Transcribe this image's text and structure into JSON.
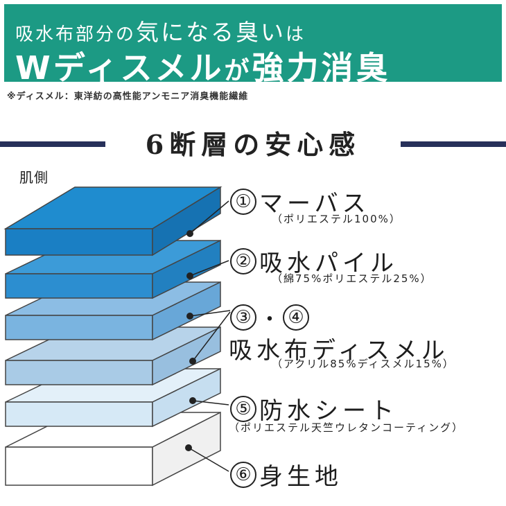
{
  "banner": {
    "line1_a": "吸水布部分の",
    "line1_b": "気になる臭い",
    "line1_c": "は",
    "line2_a": "Wディスメル",
    "line2_b": "が",
    "line2_c": "強力消臭"
  },
  "note": "※ディスメル：東洋紡の高性能アンモニア消臭機能繊維",
  "heading": "6断層の安心感",
  "skin_side": "肌側",
  "layers": [
    {
      "num": "①",
      "name": "マーバス",
      "material": "（ポリエステル100%）",
      "color": "#1a7fc4"
    },
    {
      "num": "②",
      "name": "吸水パイル",
      "material": "（綿75%ポリエステル25%）",
      "color": "#2c8ed0"
    },
    {
      "num": "③",
      "num2": "④",
      "separator": "・",
      "name": "吸水布ディスメル",
      "material": "（アクリル85%ディスメル15%）",
      "color": "#7ab4e0"
    },
    {
      "num": "⑤",
      "name": "防水シート",
      "material": "（ポリエステル天竺ウレタンコーティング）",
      "color": "#d6e9f6"
    },
    {
      "num": "⑥",
      "name": "身生地",
      "material": "",
      "color": "#ffffff"
    }
  ],
  "colors": {
    "banner": "#1c9a84",
    "rule": "#27305a",
    "layer4": "#a9cbe6"
  }
}
